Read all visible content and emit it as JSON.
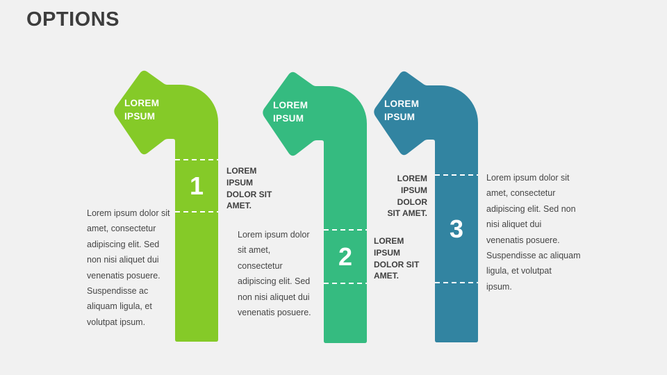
{
  "slide": {
    "title": "OPTIONS",
    "background_color": "#f1f1f1"
  },
  "options": [
    {
      "number": "1",
      "color": "#85ca28",
      "head_label": "LOREM\nIPSUM",
      "caption": "LOREM\nIPSUM\nDOLOR SIT\nAMET.",
      "description": "Lorem ipsum dolor sit\namet, consectetur\nadipiscing elit. Sed\nnon nisi aliquet dui\nvenenatis posuere.\nSuspendisse ac\naliquam ligula, et\nvolutpat ipsum."
    },
    {
      "number": "2",
      "color": "#35bb80",
      "head_label": "LOREM\nIPSUM",
      "caption": "LOREM\nIPSUM\nDOLOR SIT\nAMET.",
      "description": "Lorem ipsum dolor\nsit amet,\nconsectetur\nadipiscing elit. Sed\nnon nisi aliquet dui\nvenenatis posuere."
    },
    {
      "number": "3",
      "color": "#3284a1",
      "head_label": "LOREM\nIPSUM",
      "caption": "LOREM\nIPSUM\nDOLOR\nSIT AMET.",
      "description": "Lorem ipsum dolor sit\namet, consectetur\nadipiscing elit. Sed non\nnisi aliquet dui\nvenenatis posuere.\nSuspendisse ac aliquam\nligula, et volutpat\nipsum."
    }
  ]
}
